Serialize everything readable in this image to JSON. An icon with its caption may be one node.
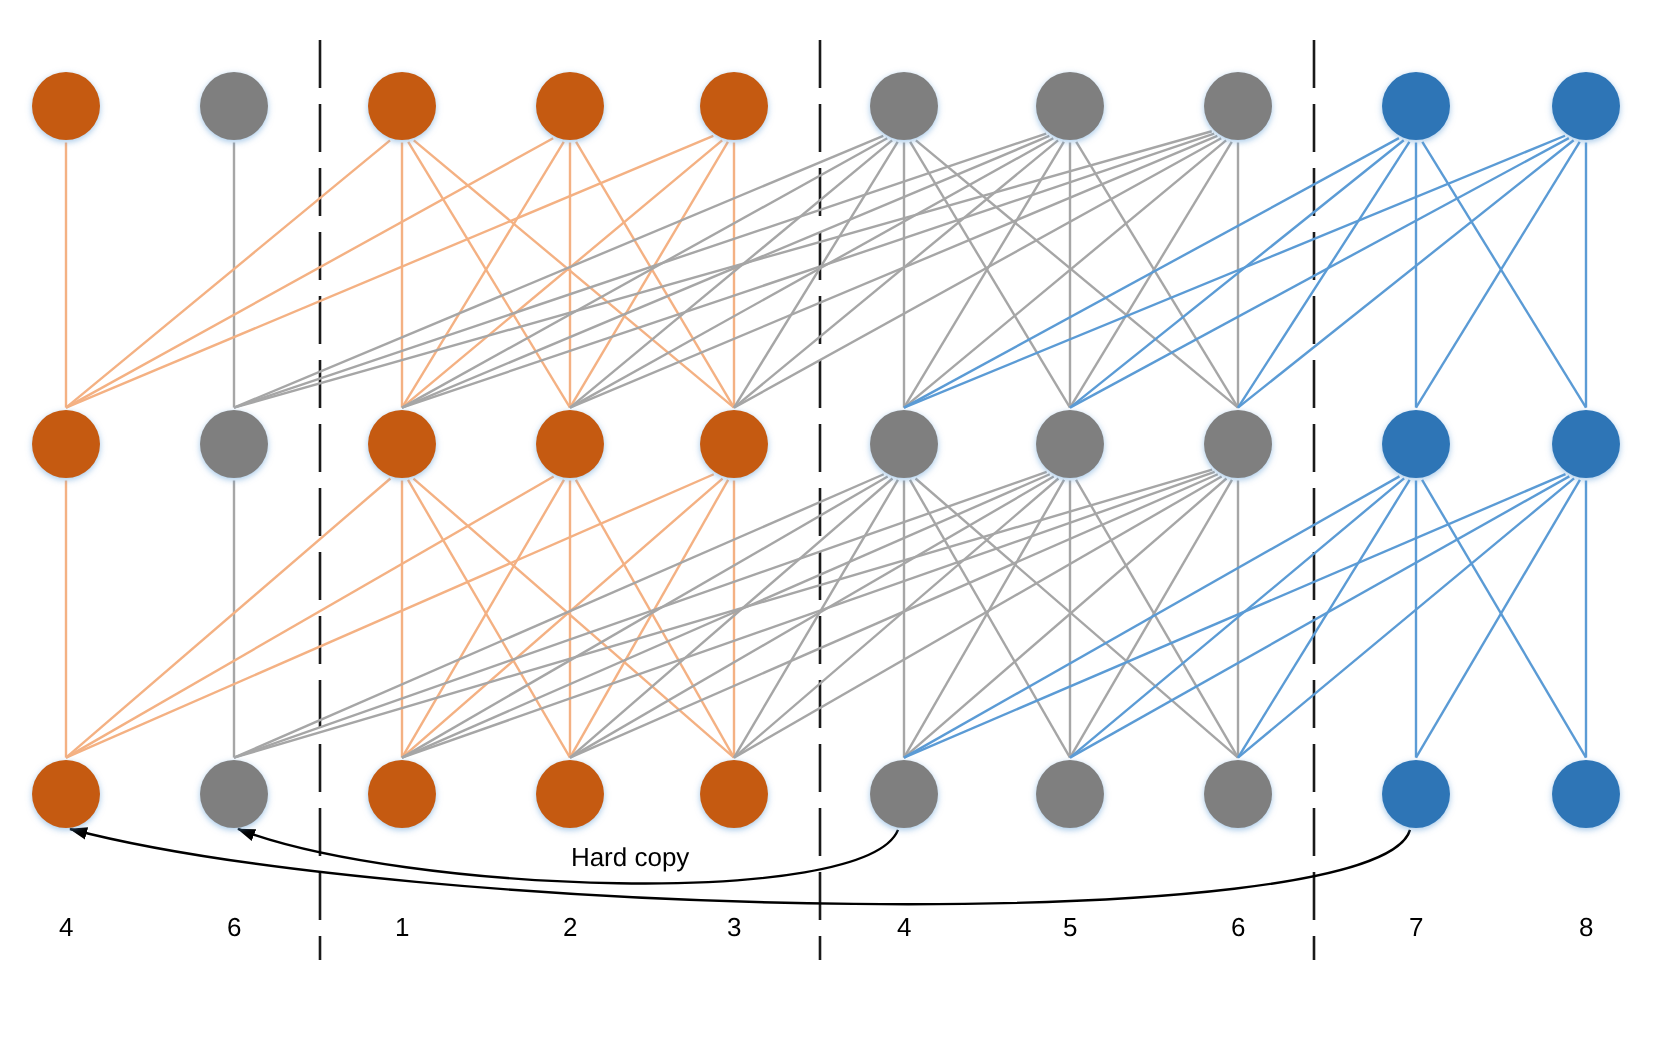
{
  "diagram": {
    "nodes": [
      {
        "text": [],
        "shape": "circle"
      },
      {
        "text": [],
        "shape": "circle"
      },
      {
        "text": [],
        "shape": "circle"
      },
      {
        "text": [],
        "shape": "circle"
      },
      {
        "text": [],
        "shape": "circle"
      },
      {
        "text": [],
        "shape": "circle"
      },
      {
        "text": [],
        "shape": "circle"
      },
      {
        "text": [],
        "shape": "circle"
      },
      {
        "text": [],
        "shape": "circle"
      },
      {
        "text": [],
        "shape": "circle"
      },
      {
        "text": [],
        "shape": "circle"
      },
      {
        "text": [],
        "shape": "circle"
      },
      {
        "text": [],
        "shape": "circle"
      },
      {
        "text": [],
        "shape": "circle"
      },
      {
        "text": [],
        "shape": "circle"
      },
      {
        "text": [],
        "shape": "circle"
      },
      {
        "text": [],
        "shape": "circle"
      },
      {
        "text": [],
        "shape": "circle"
      },
      {
        "text": [],
        "shape": "circle"
      },
      {
        "text": [],
        "shape": "circle"
      },
      {
        "text": [],
        "shape": "circle"
      },
      {
        "text": [],
        "shape": "circle"
      },
      {
        "text": [],
        "shape": "circle"
      },
      {
        "text": [],
        "shape": "circle"
      },
      {
        "text": [],
        "shape": "circle"
      },
      {
        "text": [],
        "shape": "circle"
      },
      {
        "text": [],
        "shape": "circle"
      },
      {
        "text": [],
        "shape": "circle"
      },
      {
        "text": [],
        "shape": "circle"
      },
      {
        "text": [],
        "shape": "circle"
      }
    ],
    "edges": [
      {
        "from": 0,
        "to": 10,
        "arrow": "none",
        "color": "#f4b183"
      },
      {
        "from": 1,
        "to": 11,
        "arrow": "none"
      },
      {
        "from": 2,
        "to": 10,
        "arrow": "none",
        "color": "#f4b183"
      },
      {
        "from": 2,
        "to": 12,
        "arrow": "none",
        "color": "#f4b183"
      },
      {
        "from": 2,
        "to": 13,
        "arrow": "none",
        "color": "#f4b183"
      },
      {
        "from": 2,
        "to": 14,
        "arrow": "none",
        "color": "#f4b183"
      },
      {
        "from": 3,
        "to": 10,
        "arrow": "none",
        "color": "#f4b183"
      },
      {
        "from": 3,
        "to": 12,
        "arrow": "none",
        "color": "#f4b183"
      },
      {
        "from": 3,
        "to": 13,
        "arrow": "none",
        "color": "#f4b183"
      },
      {
        "from": 3,
        "to": 14,
        "arrow": "none",
        "color": "#f4b183"
      },
      {
        "from": 4,
        "to": 10,
        "arrow": "none",
        "color": "#f4b183"
      },
      {
        "from": 4,
        "to": 12,
        "arrow": "none",
        "color": "#f4b183"
      },
      {
        "from": 4,
        "to": 13,
        "arrow": "none",
        "color": "#f4b183"
      },
      {
        "from": 4,
        "to": 14,
        "arrow": "none",
        "color": "#f4b183"
      },
      {
        "from": 5,
        "to": 11,
        "arrow": "none"
      },
      {
        "from": 5,
        "to": 12,
        "arrow": "none"
      },
      {
        "from": 5,
        "to": 13,
        "arrow": "none"
      },
      {
        "from": 5,
        "to": 14,
        "arrow": "none"
      },
      {
        "from": 5,
        "to": 15,
        "arrow": "none"
      },
      {
        "from": 5,
        "to": 16,
        "arrow": "none"
      },
      {
        "from": 5,
        "to": 17,
        "arrow": "none"
      },
      {
        "from": 6,
        "to": 11,
        "arrow": "none"
      },
      {
        "from": 6,
        "to": 12,
        "arrow": "none"
      },
      {
        "from": 6,
        "to": 13,
        "arrow": "none"
      },
      {
        "from": 6,
        "to": 14,
        "arrow": "none"
      },
      {
        "from": 6,
        "to": 15,
        "arrow": "none"
      },
      {
        "from": 6,
        "to": 16,
        "arrow": "none"
      },
      {
        "from": 6,
        "to": 17,
        "arrow": "none"
      },
      {
        "from": 7,
        "to": 11,
        "arrow": "none"
      },
      {
        "from": 7,
        "to": 12,
        "arrow": "none"
      },
      {
        "from": 7,
        "to": 13,
        "arrow": "none"
      },
      {
        "from": 7,
        "to": 14,
        "arrow": "none"
      },
      {
        "from": 7,
        "to": 15,
        "arrow": "none"
      },
      {
        "from": 7,
        "to": 16,
        "arrow": "none"
      },
      {
        "from": 7,
        "to": 17,
        "arrow": "none"
      },
      {
        "from": 8,
        "to": 15,
        "arrow": "none",
        "color": "#5b9bd5"
      },
      {
        "from": 8,
        "to": 16,
        "arrow": "none",
        "color": "#5b9bd5"
      },
      {
        "from": 8,
        "to": 17,
        "arrow": "none",
        "color": "#5b9bd5"
      },
      {
        "from": 8,
        "to": 18,
        "arrow": "none",
        "color": "#5b9bd5"
      },
      {
        "from": 8,
        "to": 19,
        "arrow": "none",
        "color": "#5b9bd5"
      },
      {
        "from": 9,
        "to": 15,
        "arrow": "none",
        "color": "#5b9bd5"
      },
      {
        "from": 9,
        "to": 16,
        "arrow": "none",
        "color": "#5b9bd5"
      },
      {
        "from": 9,
        "to": 17,
        "arrow": "none",
        "color": "#5b9bd5"
      },
      {
        "from": 9,
        "to": 18,
        "arrow": "none",
        "color": "#5b9bd5"
      },
      {
        "from": 9,
        "to": 19,
        "arrow": "none",
        "color": "#5b9bd5"
      },
      {
        "from": 10,
        "to": 20,
        "arrow": "none",
        "color": "#f4b183"
      },
      {
        "from": 11,
        "to": 21,
        "arrow": "none"
      },
      {
        "from": 12,
        "to": 20,
        "arrow": "none",
        "color": "#f4b183"
      },
      {
        "from": 12,
        "to": 22,
        "arrow": "none",
        "color": "#f4b183"
      },
      {
        "from": 12,
        "to": 23,
        "arrow": "none",
        "color": "#f4b183"
      },
      {
        "from": 12,
        "to": 24,
        "arrow": "none",
        "color": "#f4b183"
      },
      {
        "from": 13,
        "to": 20,
        "arrow": "none",
        "color": "#f4b183"
      },
      {
        "from": 13,
        "to": 22,
        "arrow": "none",
        "color": "#f4b183"
      },
      {
        "from": 13,
        "to": 23,
        "arrow": "none",
        "color": "#f4b183"
      },
      {
        "from": 13,
        "to": 24,
        "arrow": "none",
        "color": "#f4b183"
      },
      {
        "from": 14,
        "to": 20,
        "arrow": "none",
        "color": "#f4b183"
      },
      {
        "from": 14,
        "to": 22,
        "arrow": "none",
        "color": "#f4b183"
      },
      {
        "from": 14,
        "to": 23,
        "arrow": "none",
        "color": "#f4b183"
      },
      {
        "from": 14,
        "to": 24,
        "arrow": "none",
        "color": "#f4b183"
      },
      {
        "from": 15,
        "to": 21,
        "arrow": "none"
      },
      {
        "from": 15,
        "to": 22,
        "arrow": "none"
      },
      {
        "from": 15,
        "to": 23,
        "arrow": "none"
      },
      {
        "from": 15,
        "to": 24,
        "arrow": "none"
      },
      {
        "from": 15,
        "to": 25,
        "arrow": "none"
      },
      {
        "from": 15,
        "to": 26,
        "arrow": "none"
      },
      {
        "from": 15,
        "to": 27,
        "arrow": "none"
      },
      {
        "from": 16,
        "to": 21,
        "arrow": "none"
      },
      {
        "from": 16,
        "to": 22,
        "arrow": "none"
      },
      {
        "from": 16,
        "to": 23,
        "arrow": "none"
      },
      {
        "from": 16,
        "to": 24,
        "arrow": "none"
      },
      {
        "from": 16,
        "to": 25,
        "arrow": "none"
      },
      {
        "from": 16,
        "to": 26,
        "arrow": "none"
      },
      {
        "from": 16,
        "to": 27,
        "arrow": "none"
      },
      {
        "from": 17,
        "to": 21,
        "arrow": "none"
      },
      {
        "from": 17,
        "to": 22,
        "arrow": "none"
      },
      {
        "from": 17,
        "to": 23,
        "arrow": "none"
      },
      {
        "from": 17,
        "to": 24,
        "arrow": "none"
      },
      {
        "from": 17,
        "to": 25,
        "arrow": "none"
      },
      {
        "from": 17,
        "to": 26,
        "arrow": "none"
      },
      {
        "from": 17,
        "to": 27,
        "arrow": "none"
      },
      {
        "from": 18,
        "to": 25,
        "arrow": "none",
        "color": "#5b9bd5"
      },
      {
        "from": 18,
        "to": 26,
        "arrow": "none",
        "color": "#5b9bd5"
      },
      {
        "from": 18,
        "to": 27,
        "arrow": "none",
        "color": "#5b9bd5"
      },
      {
        "from": 18,
        "to": 28,
        "arrow": "none",
        "color": "#5b9bd5"
      },
      {
        "from": 18,
        "to": 29,
        "arrow": "none",
        "color": "#5b9bd5"
      },
      {
        "from": 19,
        "to": 25,
        "arrow": "none",
        "color": "#5b9bd5"
      },
      {
        "from": 19,
        "to": 26,
        "arrow": "none",
        "color": "#5b9bd5"
      },
      {
        "from": 19,
        "to": 27,
        "arrow": "none",
        "color": "#5b9bd5"
      },
      {
        "from": 19,
        "to": 28,
        "arrow": "none",
        "color": "#5b9bd5"
      },
      {
        "from": 19,
        "to": 29,
        "arrow": "none",
        "color": "#5b9bd5"
      },
      {
        "from": 25,
        "to": 21,
        "arrow": "to",
        "label": "Hard copy",
        "color": "#000000"
      },
      {
        "from": 28,
        "to": 20,
        "arrow": "to",
        "color": "#000000"
      }
    ],
    "labels": [
      "4",
      "6",
      "1",
      "2",
      "3",
      "4",
      "5",
      "6",
      "7",
      "8"
    ]
  }
}
